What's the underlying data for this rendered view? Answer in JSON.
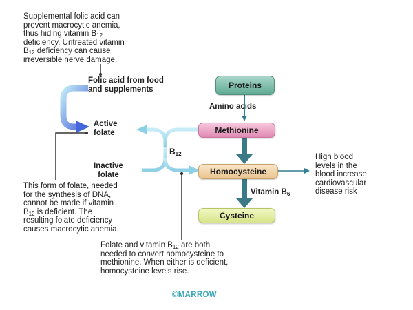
{
  "colors": {
    "arrow_teal": "#2f7f8f",
    "arrow_dark_teal": "#3a7a86",
    "folate_arrow_blue": "#4466dd",
    "folate_arrow_light": "#a9dff0",
    "b12_bracket": "#9fd8ec",
    "callout_line": "#333333",
    "watermark": "#3aa7b5"
  },
  "notes": {
    "top_note": {
      "line1": "Supplemental folic acid can",
      "line2": "prevent macrocytic anemia,",
      "line3_pre": "thus hiding vitamin B",
      "line3_sub": "12",
      "line4": "deficiency. Untreated vitamin",
      "line5_pre": "B",
      "line5_sub": "12",
      "line5_post": " deficiency can cause",
      "line6": "irreversible nerve damage."
    },
    "left_note": {
      "line1": "This form of folate, needed",
      "line2": "for the synthesis of DNA,",
      "line3": "cannot be made if vitamin",
      "line4_pre": "B",
      "line4_sub": "12",
      "line4_post": " is deficient. The",
      "line5": "resulting folate deficiency",
      "line6": "causes macrocytic anemia."
    },
    "right_note": {
      "line1": "High blood",
      "line2": "levels in the",
      "line3": "blood increase",
      "line4": "cardiovascular",
      "line5": "disease risk"
    },
    "bottom_note": {
      "line1_pre": "Folate and vitamin B",
      "line1_sub": "12",
      "line1_post": " are both",
      "line2": "needed to convert homocysteine to",
      "line3": "methionine. When either is deficient,",
      "line4": "homocysteine levels rise."
    }
  },
  "labels": {
    "folic_acid_line1": "Folic acid from food",
    "folic_acid_line2": "and supplements",
    "active_line1": "Active",
    "active_line2": "folate",
    "inactive_line1": "Inactive",
    "inactive_line2": "folate",
    "b12_pre": "B",
    "b12_sub": "12",
    "amino_acids": "Amino acids",
    "vitamin_b6_pre": "Vitamin B",
    "vitamin_b6_sub": "6"
  },
  "nodes": {
    "proteins": "Proteins",
    "methionine": "Methionine",
    "homocysteine": "Homocysteine",
    "cysteine": "Cysteine"
  },
  "watermark": "©MARROW"
}
